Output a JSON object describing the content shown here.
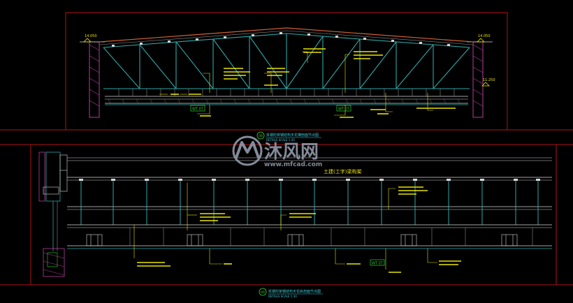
{
  "colors": {
    "background": "#000000",
    "frame_red": "#b0141a",
    "line_grey": "#8a8a8a",
    "line_white": "#d9d9d9",
    "truss_cyan": "#2fa6a6",
    "annotation_yellow": "#e9e400",
    "annotation_green": "#2fd12f",
    "label_cyan": "#3ec8d8",
    "roof_orange": "#d06030",
    "wall_magenta": "#b0409a",
    "watermark": "#9aa3b3"
  },
  "upper_section": {
    "level_left": "14.050",
    "level_right": "14.050",
    "level_ceiling": "11.250",
    "detail_tag_1": "WT 07",
    "detail_tag_2": "WT 07",
    "title_number": "08",
    "title": "拆钢桁架钢结构天花横剖面节点图",
    "scale_line": "DETAILS   SCALE   1:30"
  },
  "lower_section": {
    "heading": "土建(工字)梁构架",
    "detail_tag": "WT 07",
    "title_number": "09",
    "title": "拆钢桁架钢结构天花纵剖面节点图",
    "scale_line": "DETAILS   SCALE   1:30"
  },
  "watermark": {
    "brand": "沐风网",
    "url": "www.mfcad.com"
  }
}
